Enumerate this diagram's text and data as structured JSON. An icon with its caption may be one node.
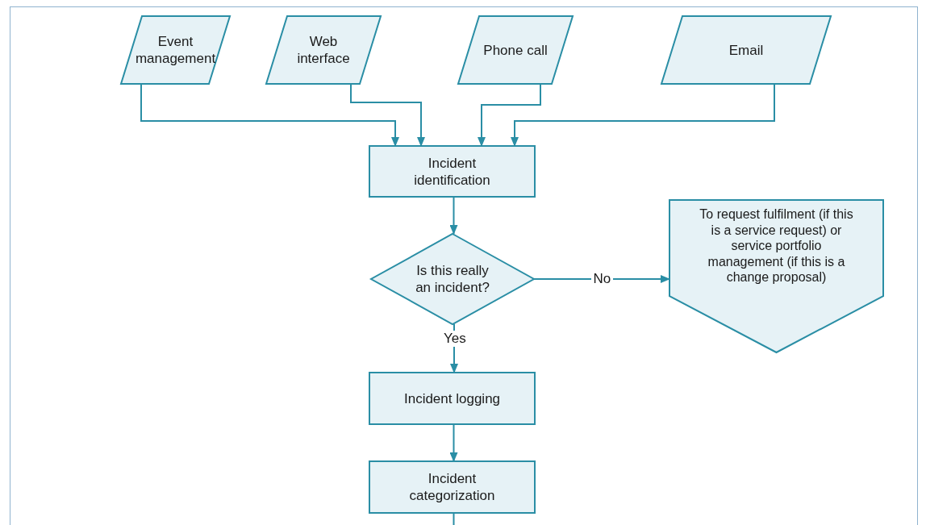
{
  "diagram": {
    "nodes": [
      {
        "text": [
          "Event management"
        ]
      },
      {
        "text": [
          "Web interface"
        ]
      },
      {
        "text": [
          "Phone call"
        ]
      },
      {
        "text": [
          "Email"
        ]
      },
      {
        "text": [
          "Incident identification"
        ]
      },
      {
        "text": [
          "Is this really an incident?"
        ]
      },
      {
        "text": [
          "To request fulfilment (if this is a service request) or service portfolio management (if this is a change proposal)"
        ]
      },
      {
        "text": [
          "Incident logging"
        ]
      },
      {
        "text": [
          "Incident categorization"
        ]
      }
    ],
    "edges": [
      {
        "from": 0,
        "to": 4,
        "arrow": "to"
      },
      {
        "from": 1,
        "to": 4,
        "arrow": "to"
      },
      {
        "from": 2,
        "to": 4,
        "arrow": "to"
      },
      {
        "from": 3,
        "to": 4,
        "arrow": "to"
      },
      {
        "from": 4,
        "to": 5,
        "arrow": "to"
      },
      {
        "from": 5,
        "to": 6,
        "arrow": "to",
        "label": "No"
      },
      {
        "from": 5,
        "to": 7,
        "arrow": "to",
        "label": "Yes"
      },
      {
        "from": 7,
        "to": 8,
        "arrow": "to"
      },
      {
        "from": 8,
        "to": null,
        "arrow": "none"
      }
    ]
  }
}
